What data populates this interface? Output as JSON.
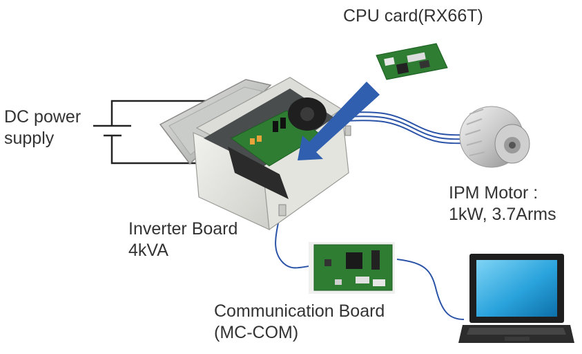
{
  "labels": {
    "cpu_card": "CPU card(RX66T)",
    "dc_power": [
      "DC power",
      "supply"
    ],
    "ipm_motor": [
      "IPM Motor :",
      "1kW, 3.7Arms"
    ],
    "inverter_board": [
      "Inverter Board",
      "4kVA"
    ],
    "communication_board": [
      "Communication Board",
      "(MC-COM)"
    ]
  },
  "colors": {
    "arrow": "#2f5fae",
    "cable": "#2a53a8",
    "wire": "#222222",
    "pcb_green": "#2e7d32",
    "enclosure": "#e8e8e4",
    "text": "#333333"
  }
}
